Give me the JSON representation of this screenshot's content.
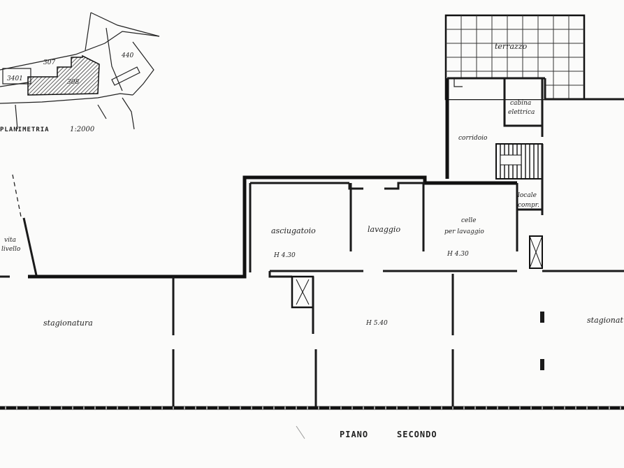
{
  "site_plan": {
    "caption": "PLANIMETRIA",
    "scale": "1:2000",
    "parcel_labels": [
      "3401",
      "307",
      "308",
      "440"
    ]
  },
  "rooms": {
    "terrace": "terrazzo",
    "electric_cabin_line1": "cabina",
    "electric_cabin_line2": "elettrica",
    "corridor": "corridoio",
    "compressor_room_line1": "locale",
    "compressor_room_line2": "compr.",
    "drying_room": "asciugatoio",
    "drying_room_height": "H  4.30",
    "washing": "lavaggio",
    "washing_cells_line1": "celle",
    "washing_cells_line2": "per lavaggio",
    "washing_cells_height": "H  4.30",
    "main_hall_height": "H  5.40",
    "seasoning_left": "stagionatura",
    "seasoning_right": "stagionat",
    "left_fragment_line1": "vita",
    "left_fragment_line2": "livello"
  },
  "floor_title": {
    "word1": "PIANO",
    "word2": "SECONDO"
  }
}
